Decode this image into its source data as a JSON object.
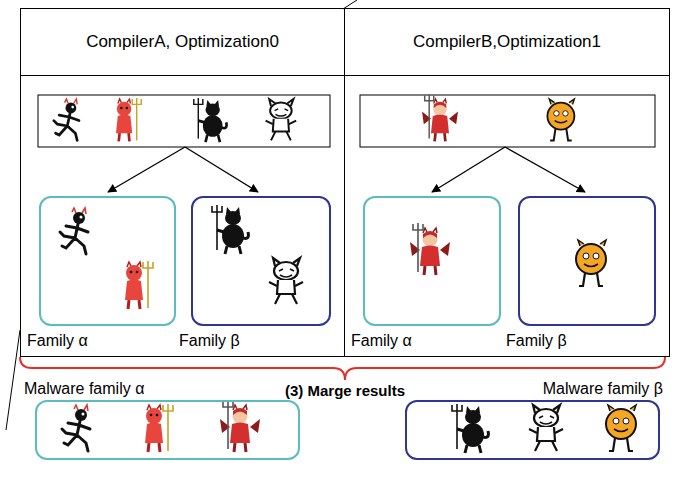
{
  "diagram": {
    "nodes": [
      {
        "text": [
          "CompilerA, Optimization0"
        ]
      },
      {
        "text": [
          "Family α"
        ],
        "in": 0
      },
      {
        "text": [
          "Family β"
        ],
        "in": 0
      },
      {
        "text": [
          "CompilerB,Optimization1"
        ]
      },
      {
        "text": [
          "Family α"
        ],
        "in": 3
      },
      {
        "text": [
          "Family β"
        ],
        "in": 3
      },
      {
        "text": [
          "Malware family α"
        ]
      },
      {
        "text": [
          "Malware family β"
        ]
      }
    ],
    "labels": [
      "(3) Marge results"
    ]
  }
}
